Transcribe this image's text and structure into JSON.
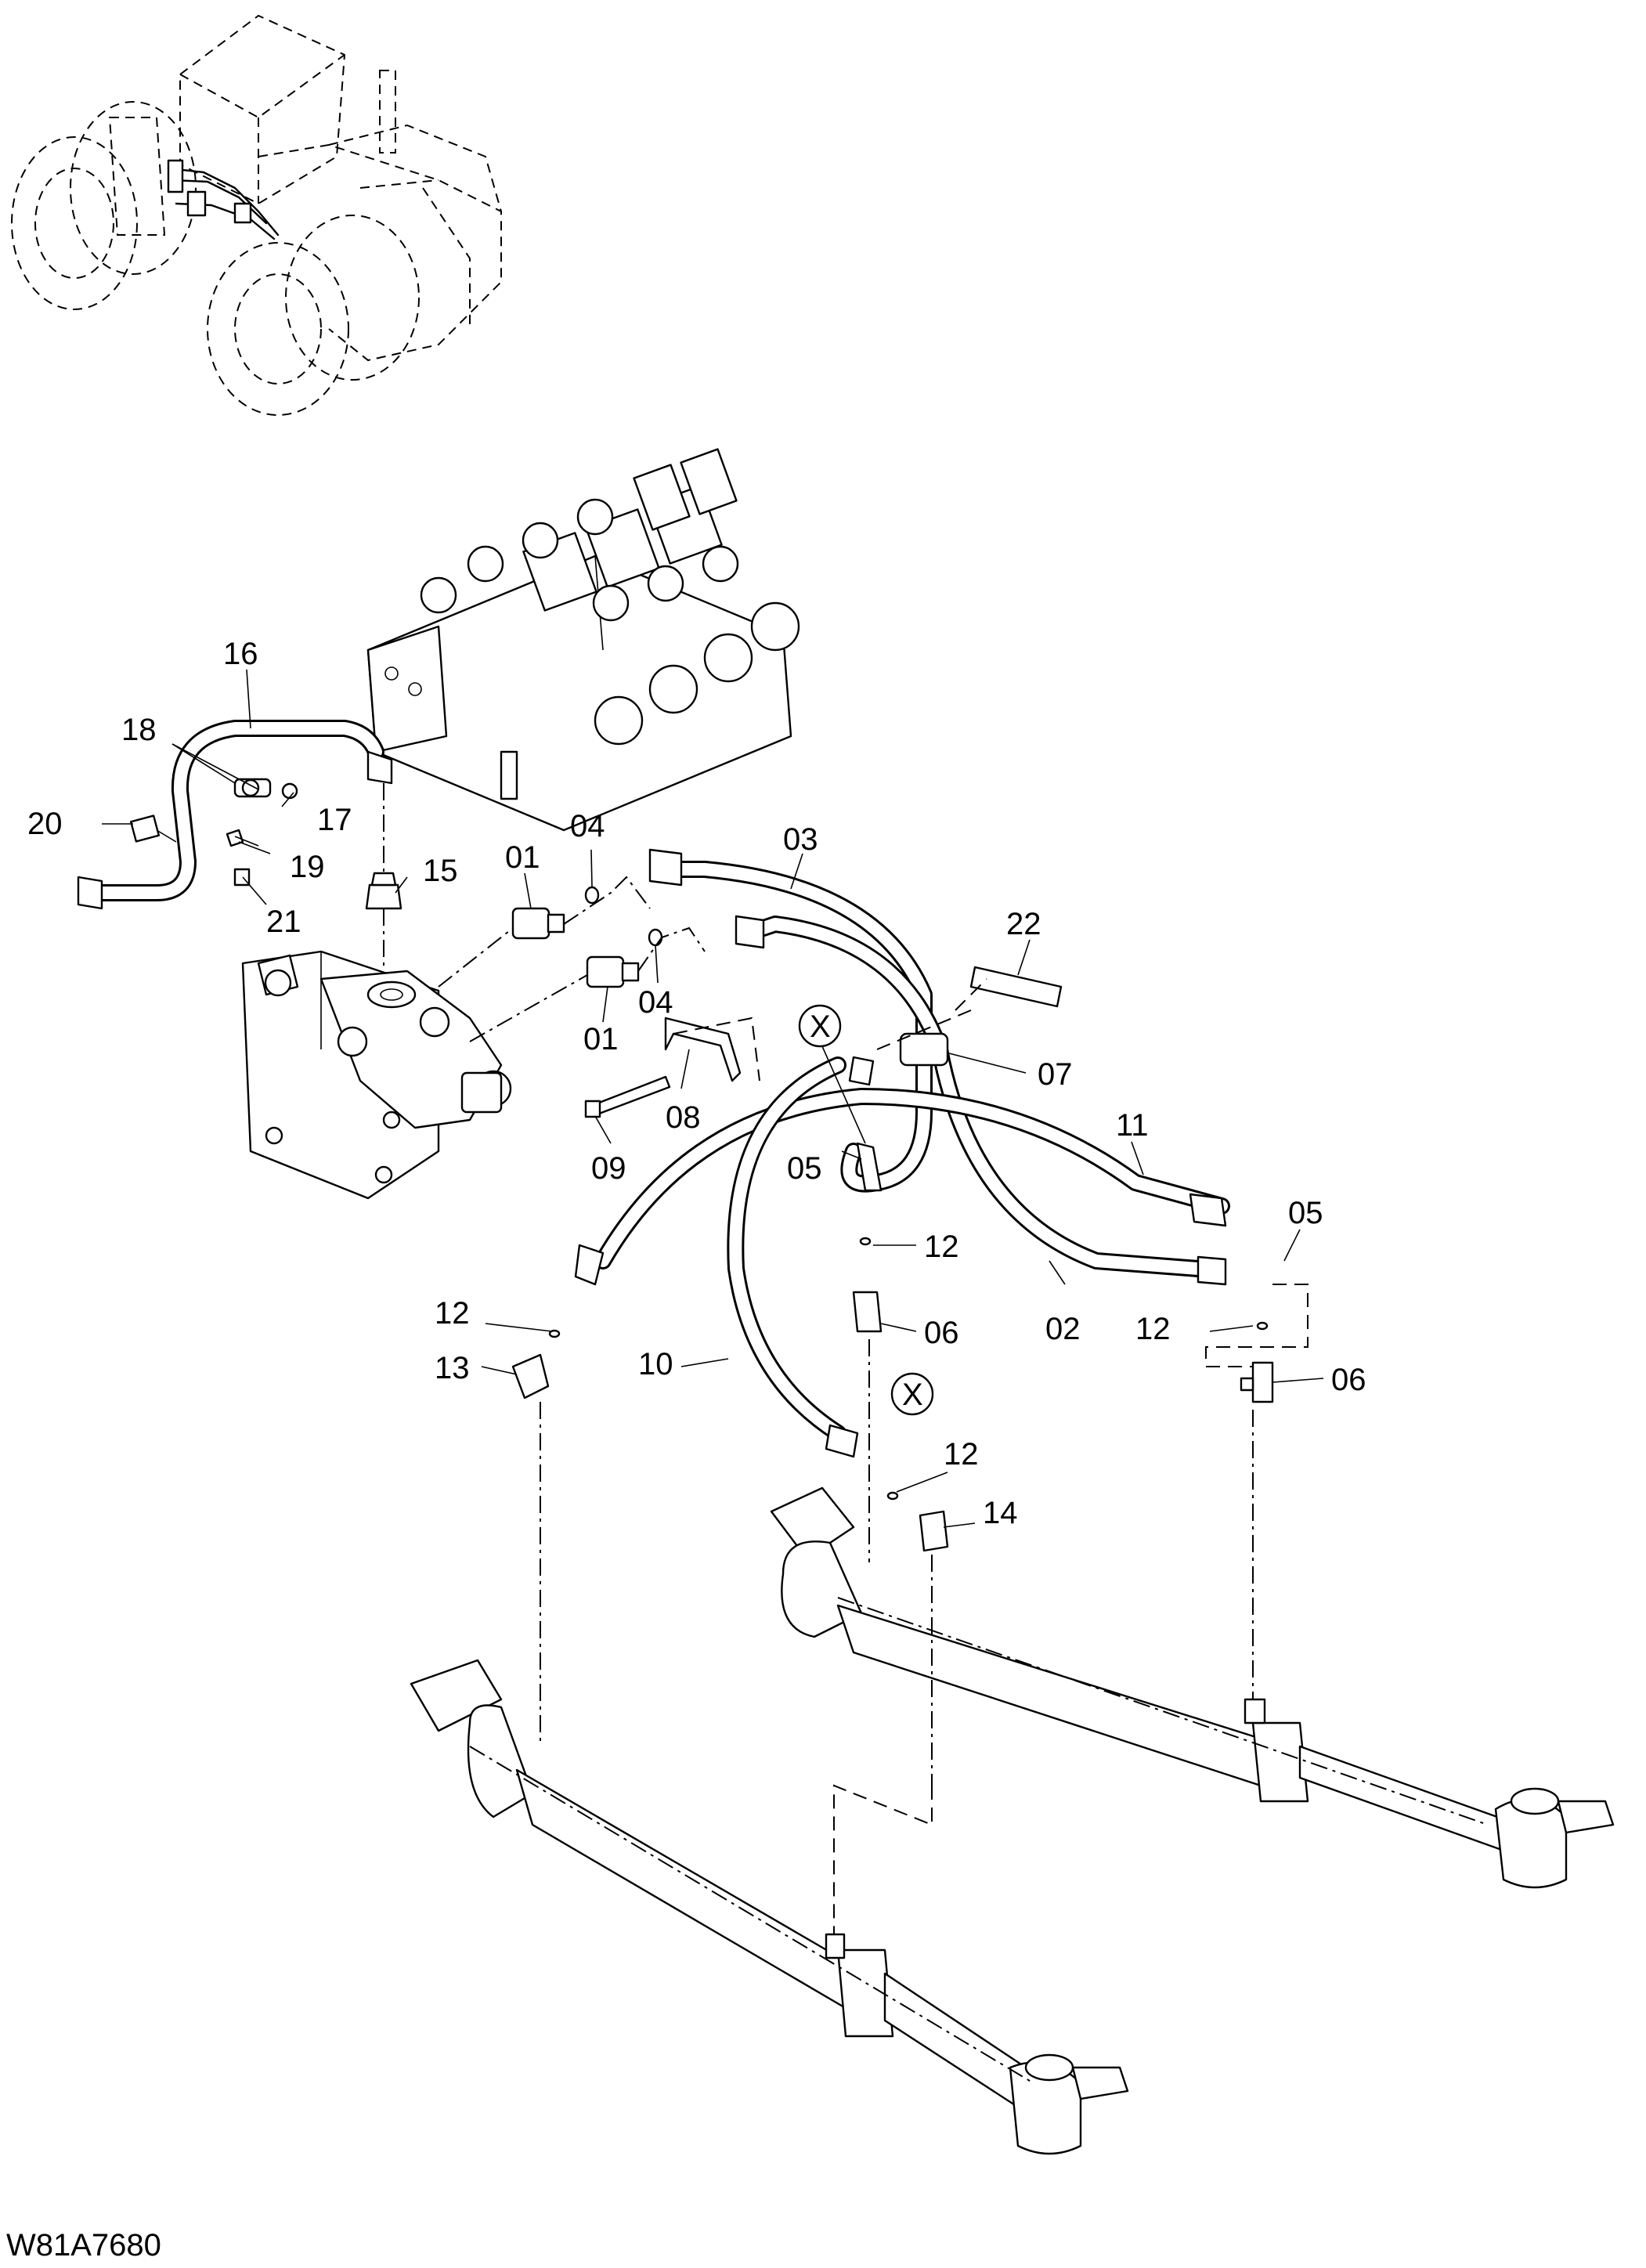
{
  "drawing_code": "W81A7680",
  "callout_x": "X",
  "labels": {
    "p01": "01",
    "p02": "02",
    "p03": "03",
    "p04": "04",
    "p05": "05",
    "p06": "06",
    "p07": "07",
    "p08": "08",
    "p09": "09",
    "p10": "10",
    "p11": "11",
    "p12": "12",
    "p13": "13",
    "p14": "14",
    "p15": "15",
    "p16": "16",
    "p17": "17",
    "p18": "18",
    "p19": "19",
    "p20": "20",
    "p21": "21",
    "p22": "22"
  }
}
